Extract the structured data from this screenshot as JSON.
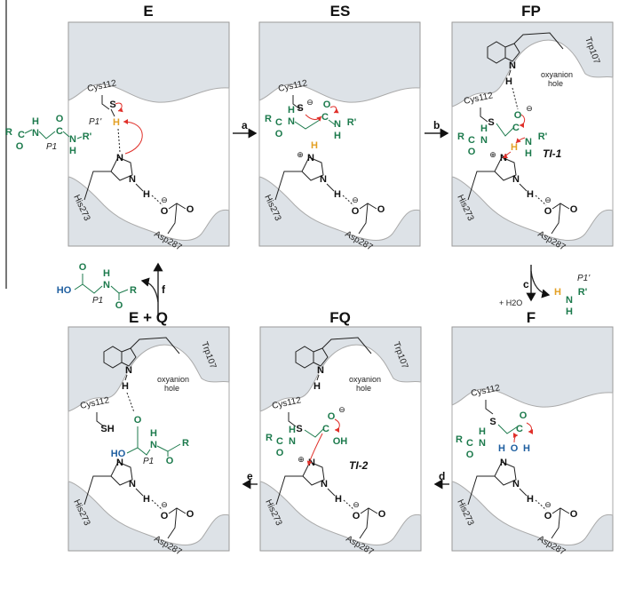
{
  "panels": {
    "E": "E",
    "ES": "ES",
    "FP": "FP",
    "EQ": "E + Q",
    "FQ": "FQ",
    "F": "F"
  },
  "residues": {
    "cys": "Cys112",
    "his": "His273",
    "asp": "Asp287",
    "trp": "Trp107"
  },
  "oxyanion": {
    "line1": "oxyanion",
    "line2": "hole"
  },
  "intermediates": {
    "ti1": "TI-1",
    "ti2": "TI-2"
  },
  "steps": {
    "a": "a",
    "b": "b",
    "c": "c",
    "d": "d",
    "e": "e",
    "f": "f"
  },
  "atoms": {
    "N": "N",
    "H": "H",
    "O": "O",
    "S": "S",
    "C": "C",
    "R": "R",
    "Rp": "R'",
    "SH": "SH",
    "OH": "OH",
    "HO": "HO",
    "minus": "⊖",
    "plus": "⊕"
  },
  "labels": {
    "p1": "P1",
    "p1p": "P1'",
    "water": "+ H2O"
  },
  "colors": {
    "substrate": "#1c7a4c",
    "transferred_proton": "#e3a024",
    "water": "#1f5fa0",
    "electron_arrow": "#e0302a",
    "pocket": "#dde2e7"
  }
}
